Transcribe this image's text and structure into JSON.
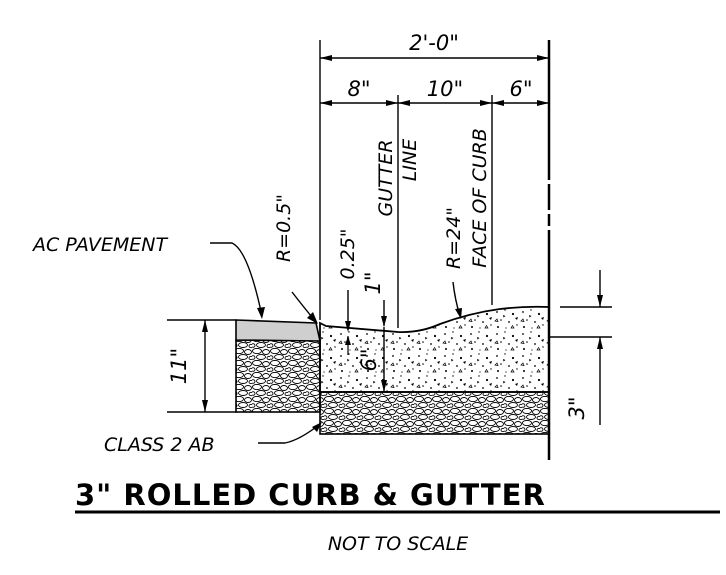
{
  "dimensions": {
    "overall": "2'-0\"",
    "gutter_width": "8\"",
    "gutter_to_face": "10\"",
    "curb_top": "6\"",
    "pavement_depth": "11\"",
    "curb_height": "3\"",
    "concrete_depth": "6\"",
    "gutter_drop": "1\""
  },
  "labels": {
    "gutter_line_1": "GUTTER",
    "gutter_line_2": "LINE",
    "face_of_curb": "FACE OF CURB",
    "radius_lip": "R=0.5\"",
    "radius_face": "R=24\"",
    "slope_offset": "0.25\"",
    "ac_pavement": "AC PAVEMENT",
    "class_2_ab": "CLASS 2 AB"
  },
  "title": {
    "main": "3\" ROLLED CURB & GUTTER",
    "subtitle": "NOT TO SCALE"
  }
}
